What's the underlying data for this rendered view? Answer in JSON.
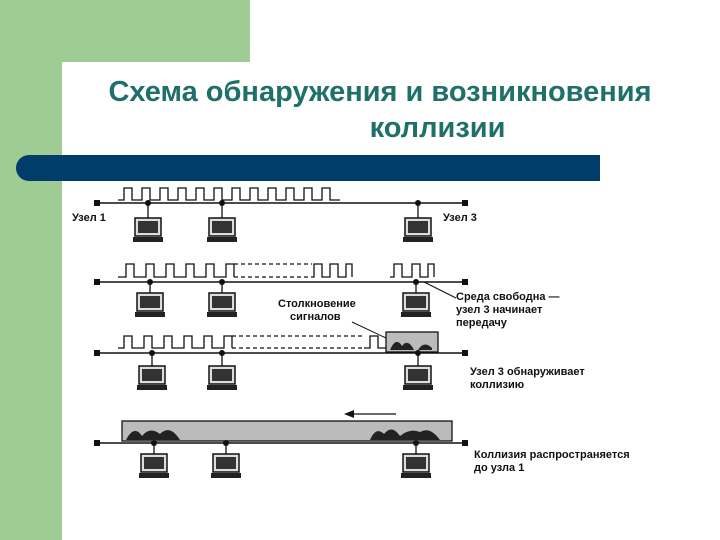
{
  "slide": {
    "title_line1": "Схема обнаружения и возникновения",
    "title_line2": "коллизии"
  },
  "diagram": {
    "node1_label": "Узел 1",
    "node3_label": "Узел 3",
    "collision_label_line1": "Столкновение",
    "collision_label_line2": "сигналов",
    "free_label_line1": "Среда свободна —",
    "free_label_line2": "узел 3 начинает",
    "free_label_line3": "передачу",
    "detect_label_line1": "Узел 3 обнаруживает",
    "detect_label_line2": "коллизию",
    "spread_label_line1": "Коллизия распространяется",
    "spread_label_line2": "до узла 1"
  },
  "colors": {
    "green": "#9fcc93",
    "title": "#1f6f6a",
    "bar": "#003d6b"
  }
}
